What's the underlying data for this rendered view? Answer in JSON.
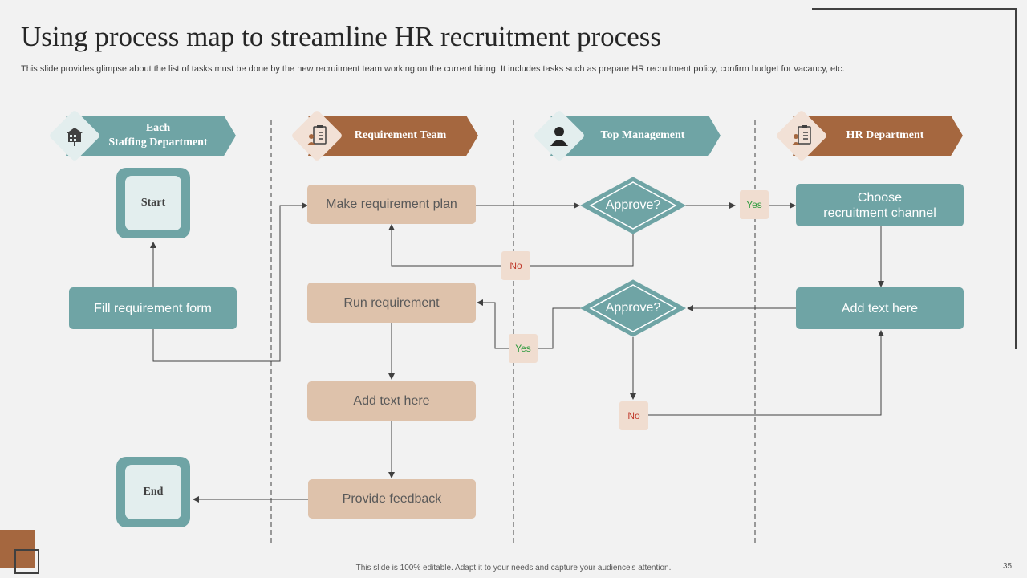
{
  "slide": {
    "title": "Using process map to streamline HR recruitment process",
    "subtitle": "This slide provides glimpse about the list of tasks must be done by the new recruitment team working on the current hiring. It includes tasks such as prepare HR recruitment policy, confirm budget for vacancy,  etc.",
    "footer": "This slide is 100% editable.  Adapt it to your needs and capture your audience's attention.",
    "page_number": "35"
  },
  "lanes": [
    {
      "label_line1": "Each",
      "label_line2": "Staffing Department",
      "icon": "building-icon",
      "color": "#6fa4a5"
    },
    {
      "label": "Requirement Team",
      "icon": "clipboard-person-icon",
      "color": "#a5673f"
    },
    {
      "label": "Top Management",
      "icon": "person-icon",
      "color": "#6fa4a5"
    },
    {
      "label": "HR Department",
      "icon": "clipboard-person-icon",
      "color": "#a5673f"
    }
  ],
  "nodes": {
    "start": "Start",
    "end": "End",
    "fill_form": "Fill requirement form",
    "make_plan": "Make requirement plan",
    "run_requirement": "Run requirement",
    "add_text_1": "Add text here",
    "provide_feedback": "Provide feedback",
    "approve_1": "Approve?",
    "approve_2": "Approve?",
    "choose_line1": "Choose",
    "choose_line2": "recruitment channel",
    "add_text_2": "Add text here"
  },
  "tags": {
    "yes_1": "Yes",
    "no_1": "No",
    "yes_2": "Yes",
    "no_2": "No"
  },
  "colors": {
    "teal": "#6fa4a5",
    "brown": "#a5673f",
    "tan": "#dec2ab",
    "tag_bg": "#f0ddd0",
    "yes_text": "#2e9b3e",
    "no_text": "#c0392b"
  }
}
